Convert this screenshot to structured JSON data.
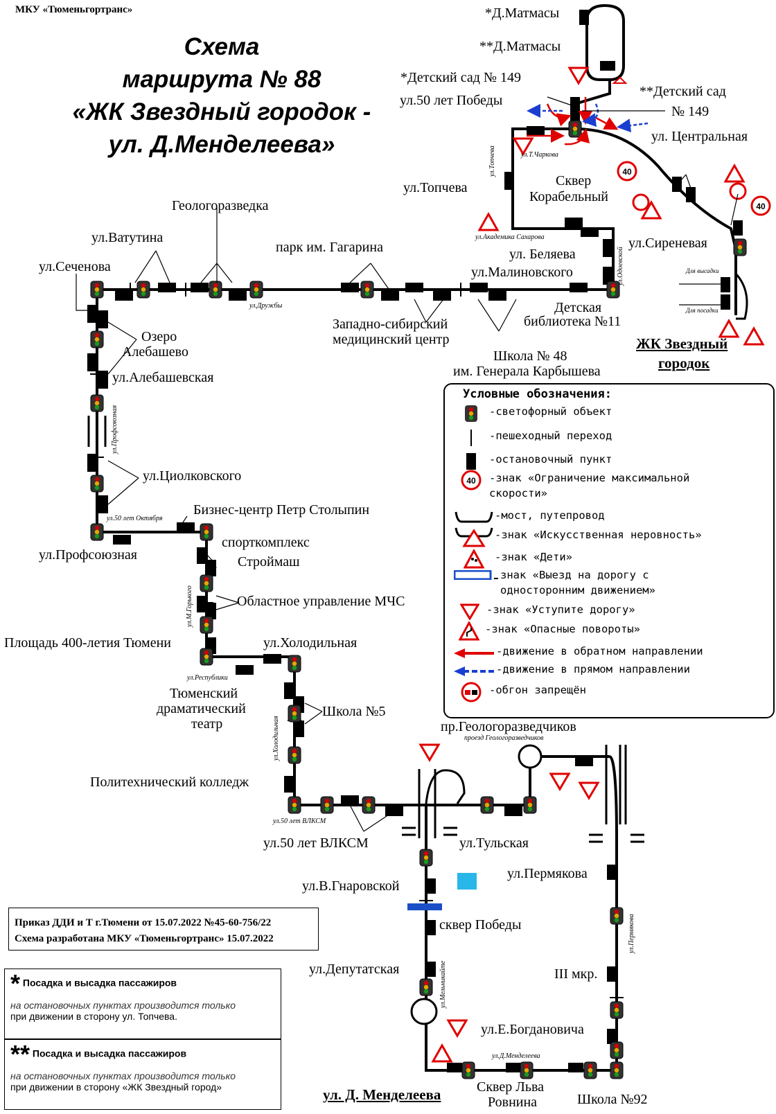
{
  "header": {
    "org": "МКУ «Тюменьгортранс»",
    "title_line1": "Схема",
    "title_line2": "маршрута № 88",
    "title_line3": "«ЖК Звездный городок -",
    "title_line4": "ул. Д.Менделеева»"
  },
  "stops": {
    "d_matmasy_1": "*Д.Матмасы",
    "d_matmasy_2": "**Д.Матмасы",
    "detsad_1": "*Детский сад № 149",
    "detsad_2a": "**Детский сад",
    "detsad_2b": "№ 149",
    "pobedy50": "ул.50 лет Победы",
    "centralnaya": "ул. Центральная",
    "topcheva": "ул.Топчева",
    "skver_korab_1": "Сквер",
    "skver_korab_2": "Корабельный",
    "sirenevaya": "ул.Сиреневая",
    "belyaeva": "ул. Беляева",
    "malinovskogo": "ул.Малиновского",
    "det_bibl_1": "Детская",
    "det_bibl_2": "библиотека №11",
    "zvezdny_1": "ЖК Звездный",
    "zvezdny_2": "городок",
    "geologorazvedka": "Геологоразведка",
    "vatutina": "ул.Ватутина",
    "park_gagarina": "парк им. Гагарина",
    "sechenova": "ул.Сеченова",
    "zs_med_1": "Западно-сибирский",
    "zs_med_2": "медицинский центр",
    "school48_1": "Школа № 48",
    "school48_2": "им. Генерала Карбышева",
    "ozero_1": "Озеро",
    "ozero_2": "Алебашево",
    "alebash": "ул.Алебашевская",
    "ciolk": "ул.Циолковского",
    "biz": "Бизнес-центр Петр Столыпин",
    "profsoyuz": "ул.Профсоюзная",
    "sport": "спорткомплекс",
    "stroymash": "Строймаш",
    "mchs": "Областное управление МЧС",
    "ploshad": "Площадь 400-летия Тюмени",
    "holod": "ул.Холодильная",
    "teatr_1": "Тюменский",
    "teatr_2": "драматический",
    "teatr_3": "театр",
    "school5": "Школа №5",
    "politeh": "Политехнический колледж",
    "vlksm": "ул.50 лет ВЛКСМ",
    "tulskaya": "ул.Тульская",
    "pr_geolog": "пр.Геологоразведчиков",
    "gnarovskoy": "ул.В.Гнаровской",
    "permyakova": "ул.Пермякова",
    "skver_pobedy": "сквер Победы",
    "deputat": "ул.Депутатская",
    "mkr3": "III мкр.",
    "bogdanovicha": "ул.Е.Богдановича",
    "mendeleeva": "ул. Д. Менделеева",
    "skver_rovnina_1": "Сквер Льва",
    "skver_rovnina_2": "Ровнина",
    "school92": "Школа №92"
  },
  "streets": {
    "t_charkova": "ул.Т.Чаркова",
    "topcheva_v": "ул.Топчева",
    "sakharova": "ул.Академика Сахарова",
    "odoevskaya": "ул.Одоевской",
    "druzhby": "ул.Дружбы",
    "profsoyuz_v": "ул.Профсоюзная",
    "oktyabrya": "ул.50 лет Октября",
    "gorkogo": "ул.М.Горького",
    "respubliki": "ул.Республики",
    "holod_v": "ул.Холодильная",
    "vlksm_s": "ул.50 лет ВЛКСМ",
    "proezd_geolog": "проезд Геологоразведчиков",
    "melnikaite": "ул.Мельникайте",
    "permyakova_v": "ул.Пермякова",
    "mendeleeva_s": "ул.Д.Менделеева",
    "vysadka": "Для высадки",
    "posadka": "Для посадки"
  },
  "legend": {
    "title": "Условные обозначения:",
    "traffic_light": "-светофорный объект",
    "crossing": "-пешеходный переход",
    "stop": "-остановочный пункт",
    "speed": "-знак «Ограничение максимальной\nскорости»",
    "speed_value": "40",
    "bridge": "-мост, путепровод",
    "bump": "-знак «Искусственная неровность»",
    "children": "-знак «Дети»",
    "oneway": "знак «Выезд на дорогу с\nодносторонним движением»",
    "yield": "-знак «Уступите дорогу»",
    "curves": "-знак «Опасные повороты»",
    "reverse": "-движение в обратном направлении",
    "forward": "-движение в прямом направлении",
    "no_overtake": "-обгон запрещён"
  },
  "footer": {
    "order_line1": "Приказ ДДИ и Т г.Тюмени от 15.07.2022 №45-60-756/22",
    "order_line2": "Схема разработана МКУ «Тюменьгортранс» 15.07.2022",
    "note1_star": "*",
    "note1_head": "Посадка и высадка пассажиров",
    "note1_it": "на остановочных пунктах производится только",
    "note1_bd": "при движении в сторону ул. Топчева.",
    "note2_star": "**",
    "note2_head": "Посадка и высадка пассажиров",
    "note2_it": "на остановочных пунктах производится только",
    "note2_bd": "при движении в сторону «ЖК Звездный город»"
  },
  "colors": {
    "route": "#000000",
    "reverse_arrow": "#e00000",
    "forward_arrow": "#1a3fd0",
    "sign_red": "#e00000",
    "tl_red": "#d40000",
    "tl_amber": "#e6a800",
    "tl_green": "#1a9a1a",
    "oneway_blue": "#1a4fc8",
    "pedestrian_sign": "#29b6e8"
  }
}
